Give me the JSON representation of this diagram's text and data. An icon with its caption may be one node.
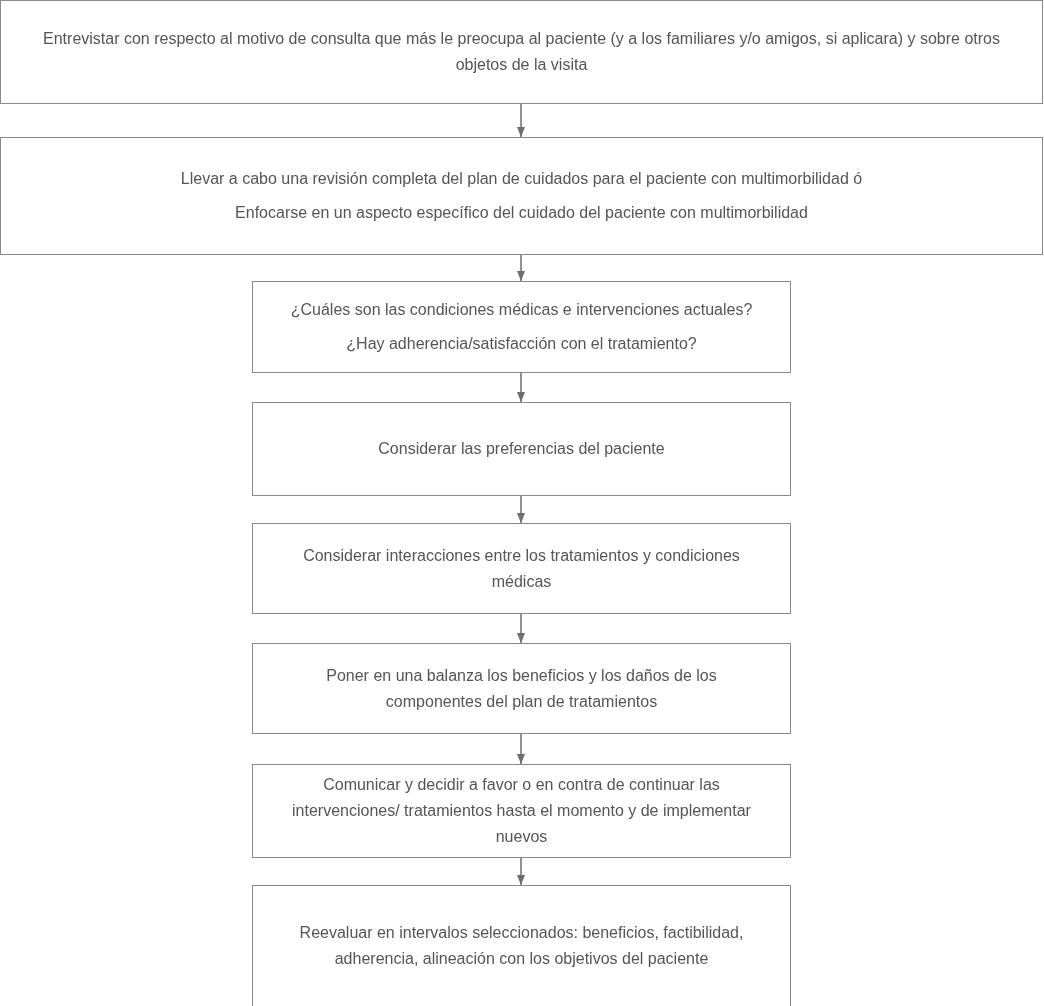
{
  "diagram": {
    "nodes": [
      {
        "text": [
          "Entrevistar con respecto al motivo de consulta que más le preocupa al paciente (y a los familiares y/o amigos, si aplicara) y sobre otros objetos de la visita"
        ]
      },
      {
        "text": [
          "Llevar a cabo una revisión completa del plan de cuidados para el paciente con multimorbilidad ó",
          "Enfocarse en un aspecto específico del cuidado del paciente con multimorbilidad"
        ]
      },
      {
        "text": [
          "¿Cuáles son las condiciones médicas e intervenciones actuales?",
          "¿Hay adherencia/satisfacción con el tratamiento?"
        ]
      },
      {
        "text": [
          "Considerar las preferencias del paciente"
        ]
      },
      {
        "text": [
          "Considerar interacciones entre los tratamientos y condiciones médicas"
        ]
      },
      {
        "text": [
          "Poner en una balanza los beneficios y los daños de los componentes del plan de tratamientos"
        ]
      },
      {
        "text": [
          "Comunicar y decidir a favor o en contra de continuar las intervenciones/ tratamientos hasta el momento y de implementar nuevos"
        ]
      },
      {
        "text": [
          "Reevaluar en intervalos seleccionados: beneficios, factibilidad, adherencia, alineación con los objetivos del paciente"
        ]
      }
    ],
    "edges": [
      {
        "from": 0,
        "to": 1,
        "arrow": "to"
      },
      {
        "from": 1,
        "to": 2,
        "arrow": "to"
      },
      {
        "from": 2,
        "to": 3,
        "arrow": "to"
      },
      {
        "from": 3,
        "to": 4,
        "arrow": "to"
      },
      {
        "from": 4,
        "to": 5,
        "arrow": "to"
      },
      {
        "from": 5,
        "to": 6,
        "arrow": "to"
      },
      {
        "from": 6,
        "to": 7,
        "arrow": "to"
      }
    ]
  }
}
